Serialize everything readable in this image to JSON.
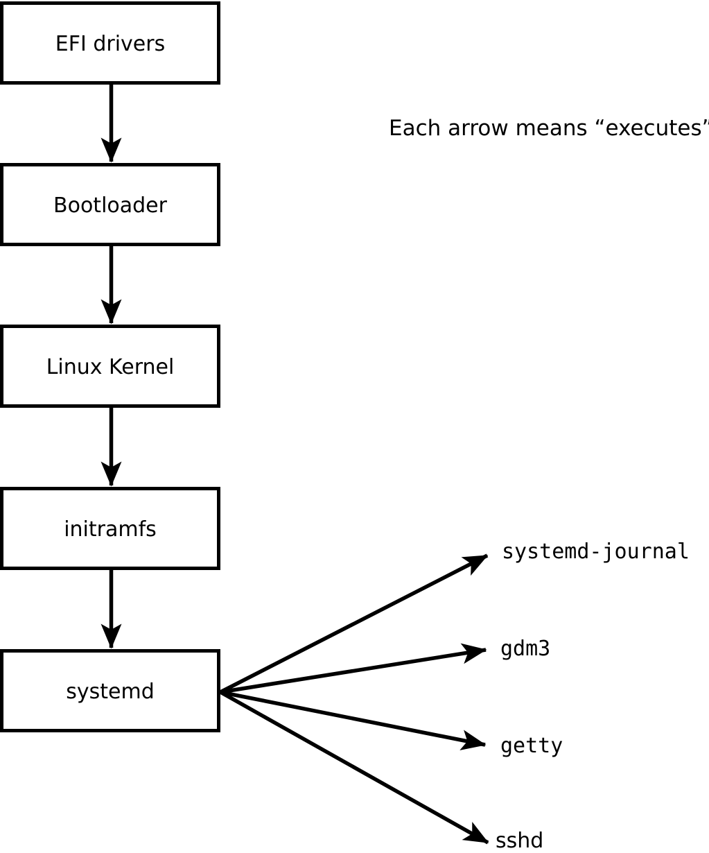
{
  "diagram": {
    "annotation": "Each arrow means “executes”.",
    "flow_boxes": [
      {
        "label": "EFI drivers"
      },
      {
        "label": "Bootloader"
      },
      {
        "label": "Linux Kernel"
      },
      {
        "label": "initramfs"
      },
      {
        "label": "systemd"
      }
    ],
    "spawned_processes": [
      {
        "label": "systemd-journal"
      },
      {
        "label": "gdm3"
      },
      {
        "label": "getty"
      },
      {
        "label": "sshd"
      }
    ],
    "colors": {
      "stroke": "#000000",
      "background": "#ffffff"
    }
  }
}
